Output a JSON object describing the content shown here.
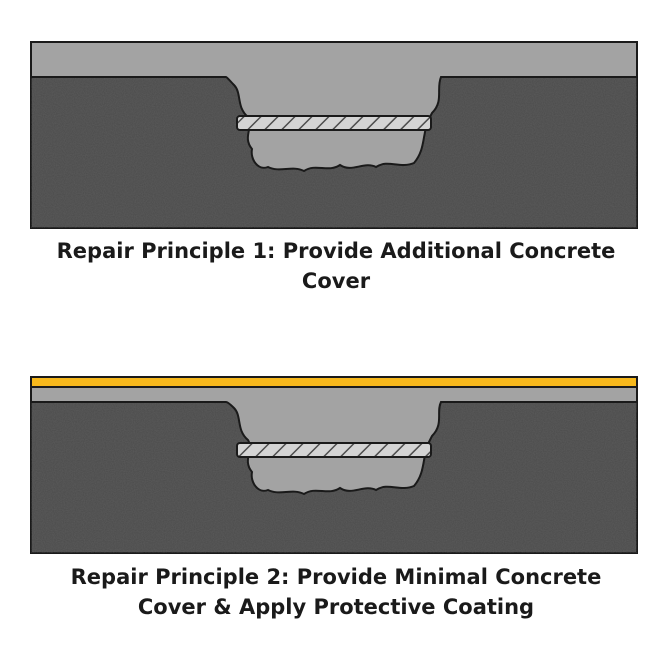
{
  "diagrams": [
    {
      "caption_line1": "Repair Principle 1: Provide Additional Concrete",
      "caption_line2": "Cover",
      "has_coating": false
    },
    {
      "caption_line1": "Repair Principle 2: Provide Minimal Concrete",
      "caption_line2": "Cover & Apply Protective Coating",
      "has_coating": true
    }
  ],
  "colors": {
    "substrate": "#4a4a4a",
    "repair_mortar": "#a3a3a3",
    "cavity": "#c6c6c6",
    "rebar": "#d4d4d4",
    "coating": "#f7b81c",
    "outline": "#1a1a1a"
  }
}
